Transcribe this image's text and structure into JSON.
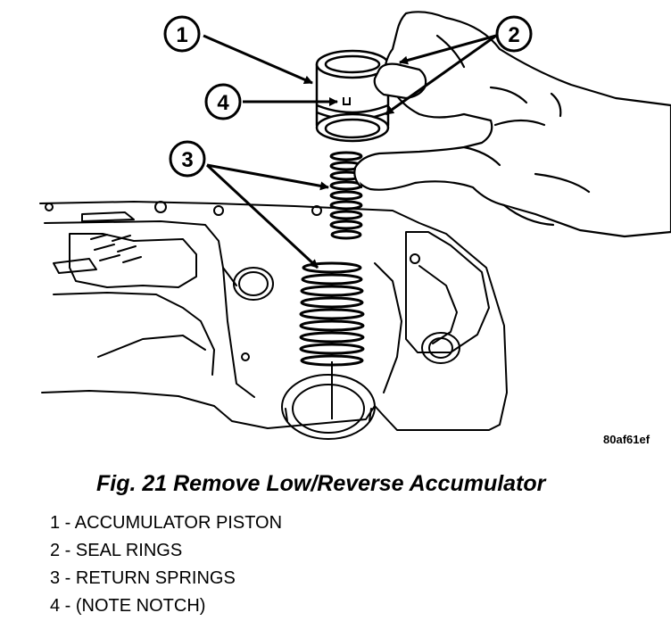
{
  "figure": {
    "callouts": [
      {
        "number": "1"
      },
      {
        "number": "2"
      },
      {
        "number": "3"
      },
      {
        "number": "4"
      }
    ],
    "image_id": "80af61ef"
  },
  "caption": "Fig. 21 Remove Low/Reverse Accumulator",
  "legend": [
    "1 - ACCUMULATOR PISTON",
    "2 - SEAL RINGS",
    "3 - RETURN SPRINGS",
    "4 - (NOTE NOTCH)"
  ]
}
